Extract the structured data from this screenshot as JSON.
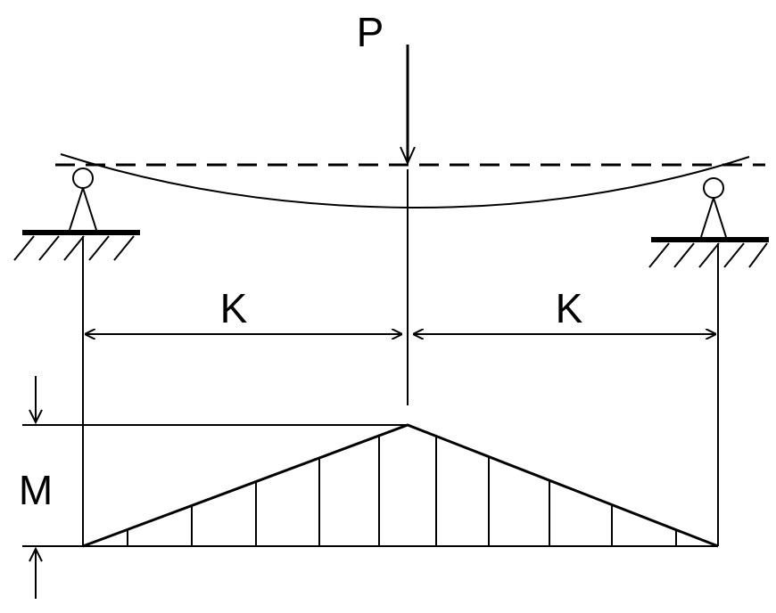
{
  "labels": {
    "load": "P",
    "span_left": "K",
    "span_right": "K",
    "moment": "M"
  },
  "colors": {
    "stroke": "#000000",
    "background": "#ffffff"
  }
}
